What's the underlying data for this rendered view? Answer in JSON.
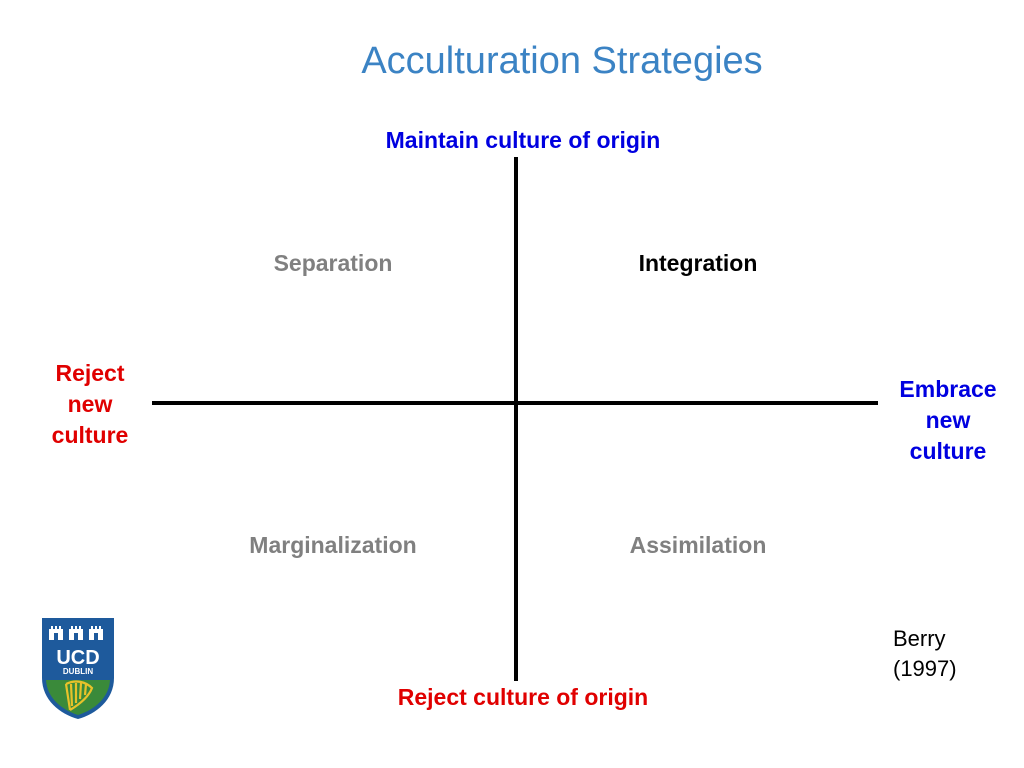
{
  "title": "Acculturation Strategies",
  "axes": {
    "top": "Maintain culture of origin",
    "bottom": "Reject culture of origin",
    "left_lines": [
      "Reject",
      "new",
      "culture"
    ],
    "right_lines": [
      "Embrace",
      "new",
      "culture"
    ]
  },
  "quadrants": {
    "top_left": "Separation",
    "top_right": "Integration",
    "bottom_left": "Marginalization",
    "bottom_right": "Assimilation"
  },
  "citation_lines": [
    "Berry",
    "(1997)"
  ],
  "logo": {
    "line1": "UCD",
    "line2": "DUBLIN"
  },
  "colors": {
    "title": "#3b83c4",
    "maintain_embrace": "#0000e0",
    "reject": "#e00000",
    "quadrant_muted": "#808080",
    "quadrant_emphasis": "#000000",
    "logo_blue": "#1e5a9c",
    "logo_green": "#3a8a3a",
    "logo_gold": "#e8c22a"
  }
}
